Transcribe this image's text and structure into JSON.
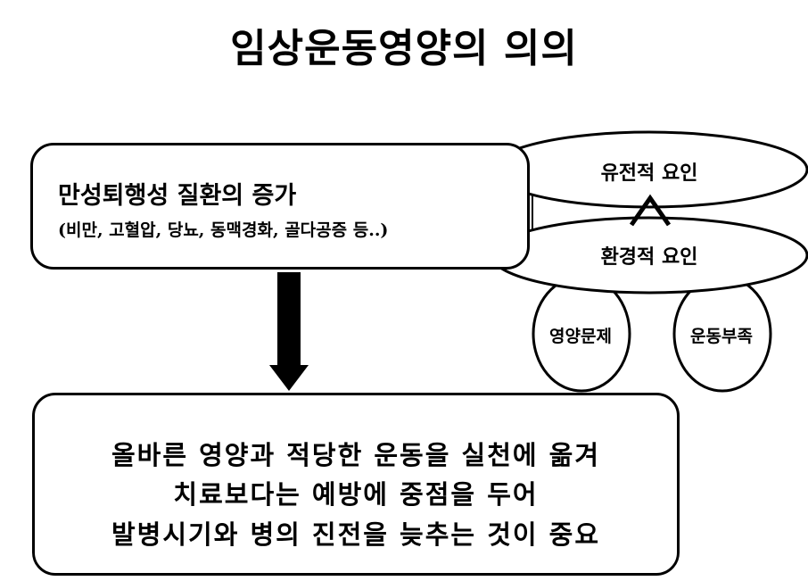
{
  "title": "임상운동영양의 의의",
  "top_box": {
    "main": "만성퇴행성 질환의 증가",
    "sub": "(비만, 고혈압, 당뇨, 동맥경화, 골다공증 등..)"
  },
  "factors": {
    "genetic": "유전적 요인",
    "environmental": "환경적 요인",
    "nutrition_problem": "영양문제",
    "lack_of_exercise": "운동부족"
  },
  "bottom_box": {
    "line1": "올바른 영양과 적당한 운동을 실천에 옮겨",
    "line2": "치료보다는 예방에 중점을 두어",
    "line3": "발병시기와 병의 진전을 늦추는 것이 중요"
  }
}
